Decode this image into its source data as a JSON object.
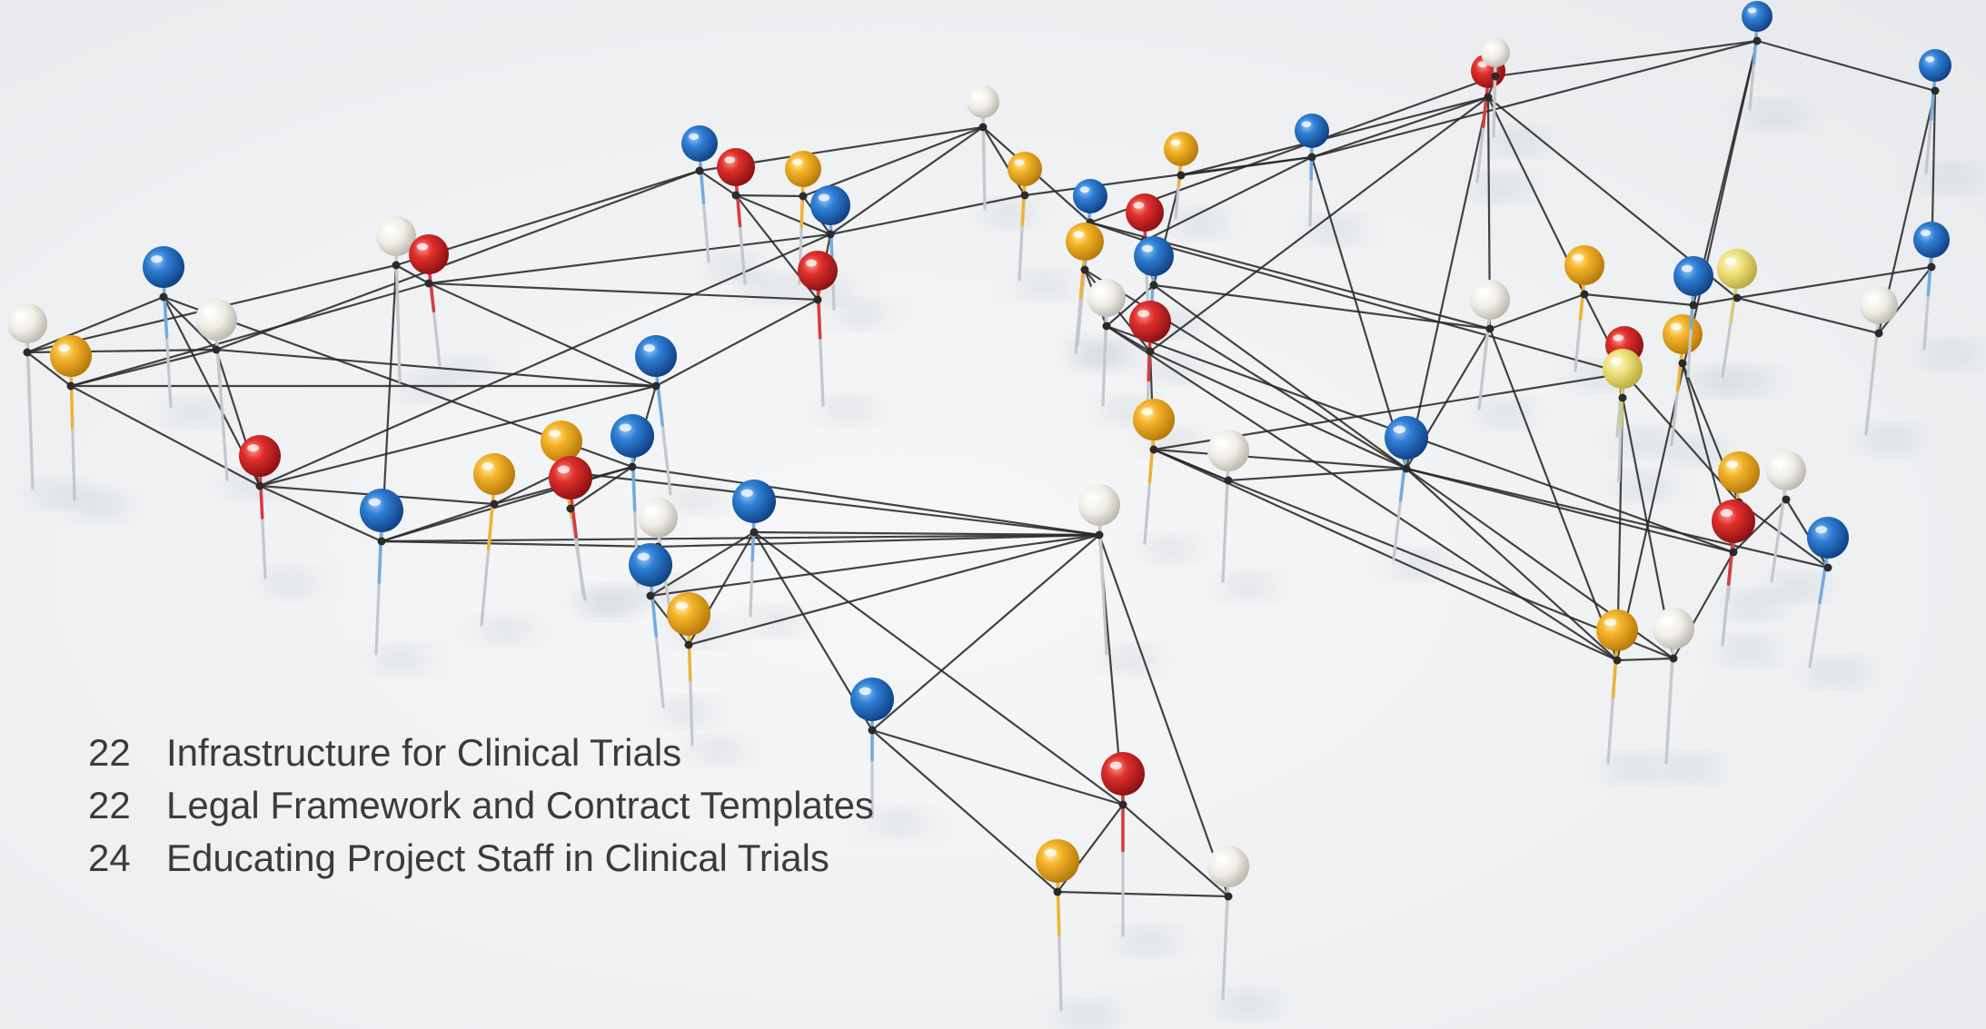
{
  "toc": {
    "entries": [
      {
        "page": "22",
        "title": "Infrastructure for Clinical Trials"
      },
      {
        "page": "22",
        "title": "Legal Framework and Contract Templates"
      },
      {
        "page": "24",
        "title": "Educating Project Staff in Clinical Trials"
      }
    ]
  },
  "illustration": {
    "subject": "push-pins-connected-by-black-thread",
    "pin_colors": {
      "blue": "#1f6fc4",
      "red": "#d8262a",
      "yellow": "#f2b01e",
      "pale_yellow": "#efe27a",
      "white": "#f2f1ec"
    },
    "thread_color": "#2a2a2a"
  }
}
